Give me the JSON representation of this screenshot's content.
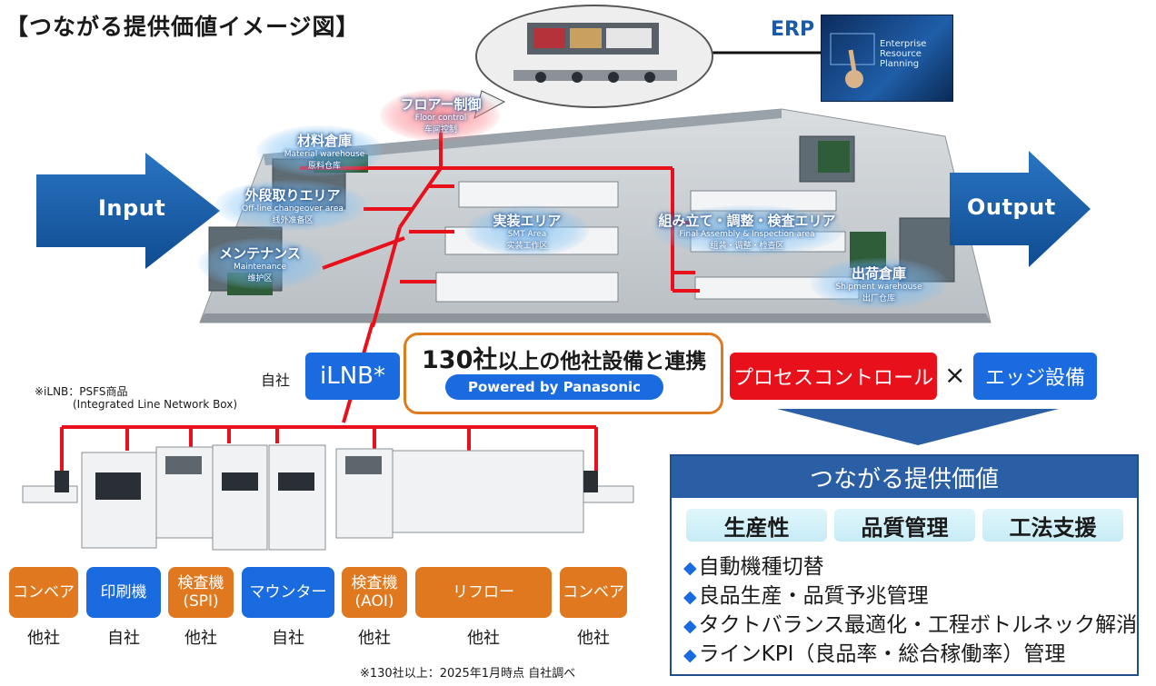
{
  "title": "【つながる提供価値イメージ図】",
  "factory": {
    "input_label": "Input",
    "output_label": "Output",
    "erp_label": "ERP",
    "erp_image_text": [
      "Enterprise",
      "Resource",
      "Planning"
    ],
    "areas": [
      {
        "jp": "フロアー制御",
        "en": "Floor control",
        "cn": "车间控制"
      },
      {
        "jp": "材料倉庫",
        "en": "Material warehouse",
        "cn": "原料仓库"
      },
      {
        "jp": "外段取りエリア",
        "en": "Off-line changeover area",
        "cn": "线外准备区"
      },
      {
        "jp": "メンテナンス",
        "en": "Maintenance",
        "cn": "维护区"
      },
      {
        "jp": "実装エリア",
        "en": "SMT Area",
        "cn": "实装工作区"
      },
      {
        "jp": "組み立て・調整・検査エリア",
        "en": "Final Assembly & Inspection area",
        "cn": "组装・调整・检查区"
      },
      {
        "jp": "出荷倉庫",
        "en": "Shipment warehouse",
        "cn": "出厂仓库"
      }
    ]
  },
  "link": {
    "jisha": "自社",
    "ilnb": "iLNB*",
    "note_line1": "※iLNB：PSFS商品",
    "note_line2": "(Integrated Line Network Box)",
    "partner_prefix": "130社",
    "partner_suffix": "以上の他社設備と連携",
    "powered_by": "Powered by Panasonic",
    "process_control": "プロセスコントロール",
    "times": "×",
    "edge": "エッジ設備"
  },
  "value": {
    "heading": "つながる提供価値",
    "pills": [
      "生産性",
      "品質管理",
      "工法支援"
    ],
    "bullets": [
      "自動機種切替",
      "良品生産・品質予兆管理",
      "タクトバランス最適化・工程ボトルネック解消",
      "ラインKPI（良品率・総合稼働率）管理"
    ],
    "bullet_mark": "◆"
  },
  "equipment": [
    {
      "name": "コンベア",
      "owner": "他社",
      "color": "orange"
    },
    {
      "name": "印刷機",
      "owner": "自社",
      "color": "blue"
    },
    {
      "name": "検査機\n(SPI)",
      "owner": "他社",
      "color": "orange"
    },
    {
      "name": "マウンター",
      "owner": "自社",
      "color": "blue"
    },
    {
      "name": "検査機\n(AOI)",
      "owner": "他社",
      "color": "orange"
    },
    {
      "name": "リフロー",
      "owner": "他社",
      "color": "orange"
    },
    {
      "name": "コンベア",
      "owner": "他社",
      "color": "orange"
    }
  ],
  "footnote": "※130社以上：2025年1月時点  自社調べ",
  "colors": {
    "blue": "#1a6be0",
    "orange": "#e0781f",
    "red": "#e8101a",
    "navy_header": "#2a5fa5",
    "network_line": "#e8101a"
  }
}
